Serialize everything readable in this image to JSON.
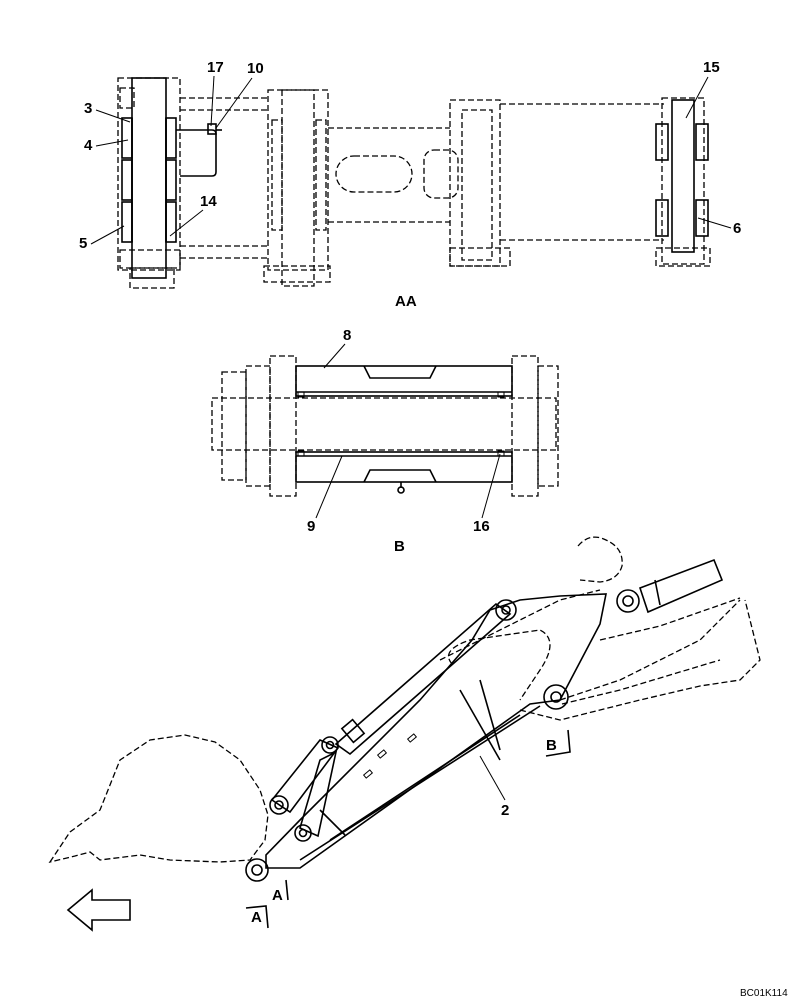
{
  "callouts": {
    "c17": "17",
    "c10": "10",
    "c3": "3",
    "c4": "4",
    "c14": "14",
    "c5": "5",
    "c15": "15",
    "c6": "6",
    "c8": "8",
    "c9": "9",
    "c16": "16",
    "c2": "2"
  },
  "view_labels": {
    "aa": "AA",
    "b": "B",
    "section_b": "B",
    "section_a_upper": "A",
    "section_a_lower": "A"
  },
  "drawing_code": "BC01K114"
}
